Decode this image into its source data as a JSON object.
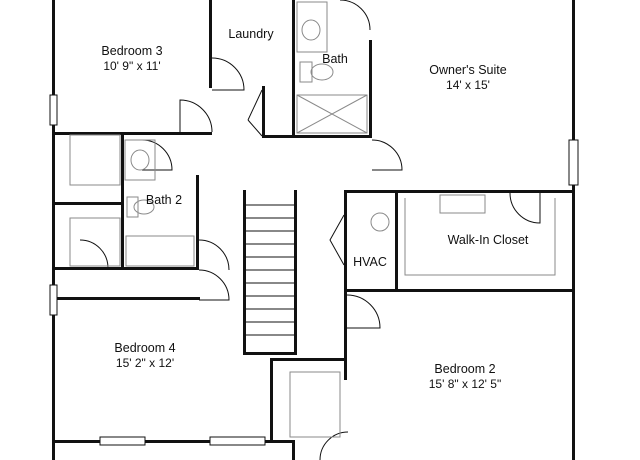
{
  "rooms": {
    "bedroom3": {
      "name": "Bedroom 3",
      "size": "10' 9\" x 11'"
    },
    "laundry": {
      "name": "Laundry"
    },
    "bath": {
      "name": "Bath"
    },
    "owners_suite": {
      "name": "Owner's Suite",
      "size": "14' x 15'"
    },
    "bath2": {
      "name": "Bath 2"
    },
    "hvac": {
      "name": "HVAC"
    },
    "walk_in_closet": {
      "name": "Walk-In Closet"
    },
    "bedroom4": {
      "name": "Bedroom 4",
      "size": "15' 2\" x 12'"
    },
    "bedroom2": {
      "name": "Bedroom 2",
      "size": "15' 8\" x 12' 5\""
    }
  },
  "colors": {
    "wall": "#111111",
    "fixture": "#8a8a8a",
    "background": "#ffffff"
  }
}
